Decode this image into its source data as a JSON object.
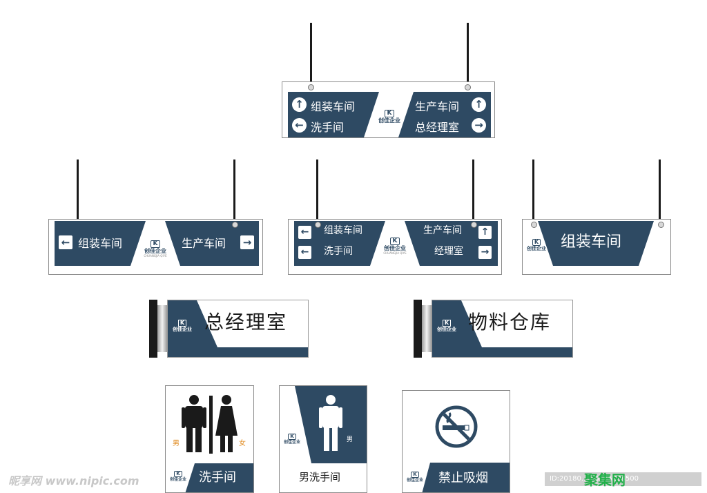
{
  "brand": {
    "logo_mark": "K",
    "logo_cn": "创佳企业",
    "logo_en": "CHUANGJIA QIYE"
  },
  "colors": {
    "navy": "#2e4a63",
    "white": "#ffffff",
    "black": "#1a1a1a",
    "orange": "#e08a1e"
  },
  "sign_top": {
    "left_rows": [
      {
        "icon": "arrow-up",
        "glyph": "↑",
        "label": "组装车间"
      },
      {
        "icon": "arrow-left",
        "glyph": "←",
        "label": "洗手间"
      }
    ],
    "right_rows": [
      {
        "icon": "arrow-up",
        "glyph": "↑",
        "label": "生产车间"
      },
      {
        "icon": "arrow-right",
        "glyph": "→",
        "label": "总经理室"
      }
    ]
  },
  "sign_mid1": {
    "left": {
      "glyph": "←",
      "label": "组装车间"
    },
    "right": {
      "glyph": "→",
      "label": "生产车间"
    }
  },
  "sign_mid2": {
    "left_rows": [
      {
        "glyph": "←",
        "label": "组装车间"
      },
      {
        "glyph": "←",
        "label": "洗手间"
      }
    ],
    "right_rows": [
      {
        "glyph": "↑",
        "label": "生产车间"
      },
      {
        "glyph": "→",
        "label": "经理室"
      }
    ]
  },
  "sign_mid3": {
    "label": "组装车间"
  },
  "plate_office": {
    "label": "总经理室"
  },
  "plate_warehouse": {
    "label": "物料仓库"
  },
  "restroom_sign": {
    "men": "男",
    "women": "女",
    "label": "洗手间"
  },
  "men_sign": {
    "men": "男",
    "label": "男洗手间"
  },
  "nosmoke_sign": {
    "label": "禁止吸烟"
  },
  "watermarks": {
    "left": "昵享网 www.nipic.com",
    "right_id": "ID:20180… 20165288500",
    "right_brand": "聚集网"
  }
}
